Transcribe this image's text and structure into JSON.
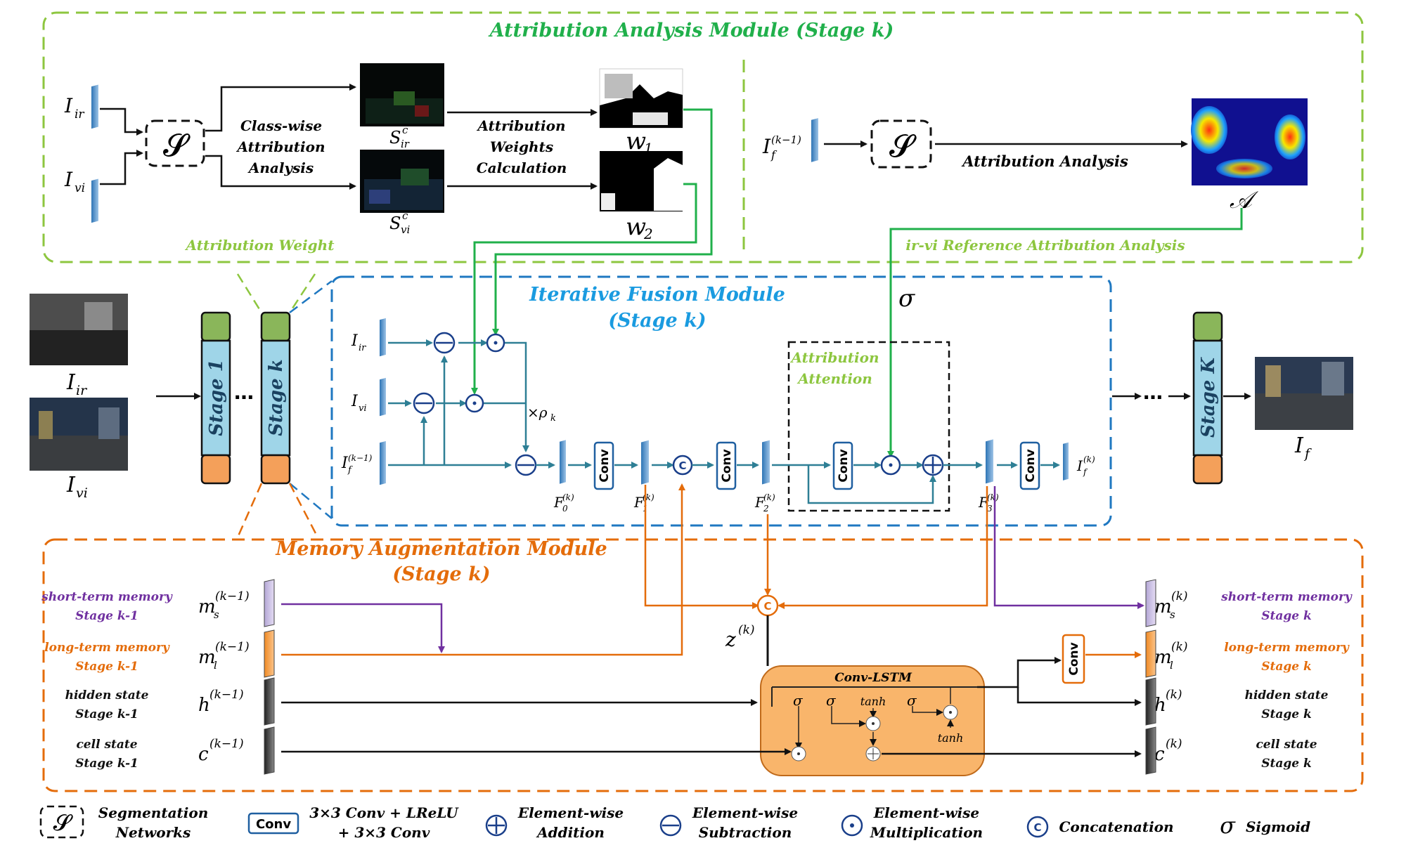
{
  "attribution_module": {
    "title": "Attribution Analysis Module (Stage k)",
    "inputs": [
      "I",
      "I"
    ],
    "input_subs": [
      "ir",
      "vi"
    ],
    "class_wise": [
      "Class-wise",
      "Attribution",
      "Analysis"
    ],
    "s_ir_label": "S",
    "s_ir_sub": "ir",
    "s_sup": "c",
    "s_vi_label": "S",
    "s_vi_sub": "vi",
    "weights_calc": [
      "Attribution",
      "Weights",
      "Calculation"
    ],
    "w1": "w",
    "w1_sub": "1",
    "w2": "w",
    "w2_sub": "2",
    "if_prev": "I",
    "if_prev_sub": "f",
    "if_prev_sup": "(k−1)",
    "attribution_analysis": "Attribution Analysis",
    "a_symbol": "𝒜",
    "attribution_weight": "Attribution Weight",
    "reference_analysis": "ir-vi Reference Attribution Analysis",
    "seg_symbol": "𝓢"
  },
  "pipeline": {
    "left_ir": "I",
    "left_ir_sub": "ir",
    "left_vi": "I",
    "left_vi_sub": "vi",
    "stage1": "Stage 1",
    "stagek": "Stage k",
    "stageK": "Stage K",
    "dots": "…",
    "output": "I",
    "output_sub": "f"
  },
  "fusion_module": {
    "title_line1": "Iterative Fusion Module",
    "title_line2": "(Stage k)",
    "sigma": "σ",
    "ir": "I",
    "ir_sub": "ir",
    "vi": "I",
    "vi_sub": "vi",
    "if_in": "I",
    "if_in_sub": "f",
    "if_in_sup": "(k−1)",
    "rho": "×ρ",
    "rho_sub": "k",
    "conv": "Conv",
    "f0": "F",
    "f0_sub": "0",
    "f_sup": "(k)",
    "f1": "F",
    "f1_sub": "1",
    "f2": "F",
    "f2_sub": "2",
    "f3": "F",
    "f3_sub": "3",
    "if_out": "I",
    "if_out_sub": "f",
    "if_out_sup": "(k)",
    "attn_line1": "Attribution",
    "attn_line2": "Attention"
  },
  "memory_module": {
    "title_line1": "Memory Augmentation Module",
    "title_line2": "(Stage k)",
    "z": "z",
    "z_sup": "(k)",
    "conv_lstm": "Conv-LSTM",
    "tanh": "tanh",
    "sigma": "σ",
    "left": [
      {
        "label1": "short-term memory",
        "label2": "Stage k-1",
        "sym": "m",
        "sub": "s",
        "sup": "(k−1)"
      },
      {
        "label1": "long-term memory",
        "label2": "Stage k-1",
        "sym": "m",
        "sub": "l",
        "sup": "(k−1)"
      },
      {
        "label1": "hidden state",
        "label2": "Stage k-1",
        "sym": "h",
        "sub": "",
        "sup": "(k−1)"
      },
      {
        "label1": "cell state",
        "label2": "Stage k-1",
        "sym": "c",
        "sub": "",
        "sup": "(k−1)"
      }
    ],
    "right": [
      {
        "label1": "short-term memory",
        "label2": "Stage k",
        "sym": "m",
        "sub": "s",
        "sup": "(k)"
      },
      {
        "label1": "long-term memory",
        "label2": "Stage k",
        "sym": "m",
        "sub": "l",
        "sup": "(k)"
      },
      {
        "label1": "hidden state",
        "label2": "Stage k",
        "sym": "h",
        "sub": "",
        "sup": "(k)"
      },
      {
        "label1": "cell state",
        "label2": "Stage k",
        "sym": "c",
        "sub": "",
        "sup": "(k)"
      }
    ]
  },
  "legend": {
    "seg_line1": "Segmentation",
    "seg_line2": "Networks",
    "conv": "Conv",
    "conv_line1": "3×3 Conv + LReLU",
    "conv_line2": "+ 3×3 Conv",
    "add_line1": "Element-wise",
    "add_line2": "Addition",
    "sub_line1": "Element-wise",
    "sub_line2": "Subtraction",
    "mul_line1": "Element-wise",
    "mul_line2": "Multiplication",
    "concat": "Concatenation",
    "c_symbol": "C",
    "sigma": "σ",
    "sigmoid": "Sigmoid"
  },
  "colors": {
    "green": "#8dc63f",
    "dark_green": "#20b04b",
    "blue": "#1f78c1",
    "teal": "#2e7f95",
    "orange": "#e46c0a",
    "purple": "#7030a0",
    "stage_blue": "#9fd5e8",
    "stage_green": "#8ab65a",
    "stage_orange": "#f4a05a",
    "lstm_fill": "#f9b56b",
    "feat_blue": "#5b9bd5"
  }
}
